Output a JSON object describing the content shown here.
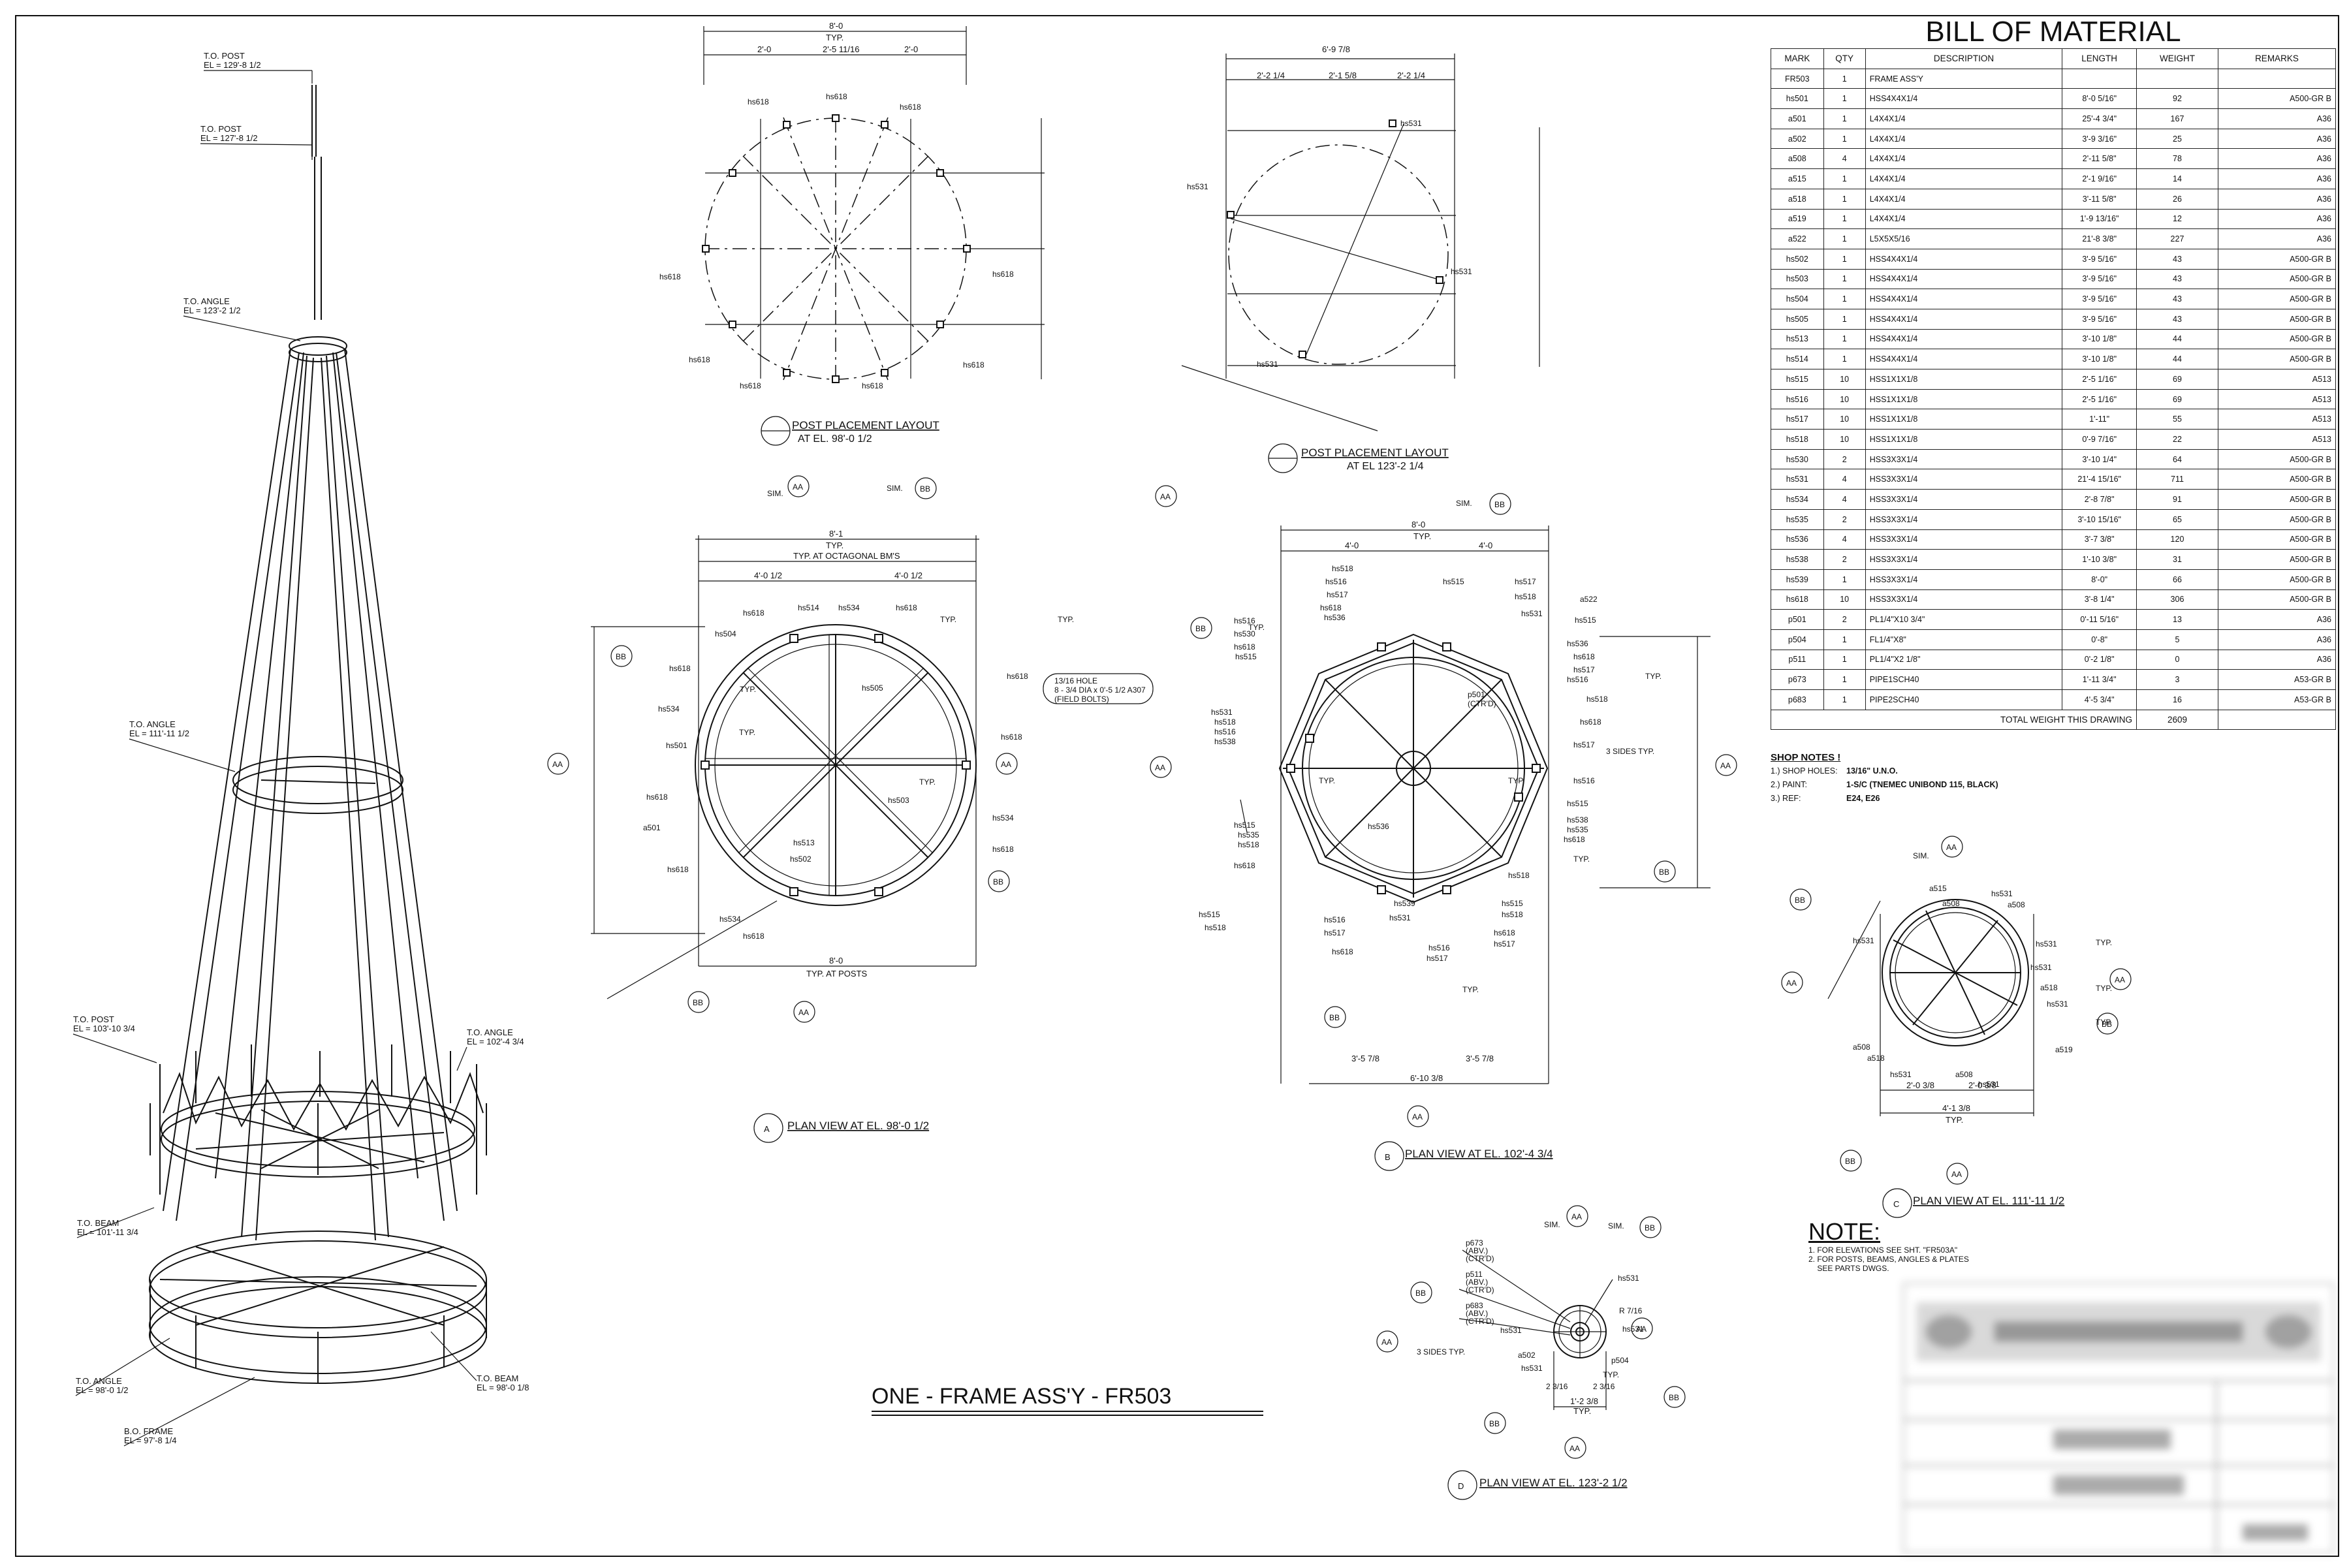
{
  "bom": {
    "title": "BILL OF MATERIAL",
    "columns": [
      "MARK",
      "QTY",
      "DESCRIPTION",
      "LENGTH",
      "WEIGHT",
      "REMARKS"
    ],
    "rows": [
      [
        "FR503",
        "1",
        "FRAME ASS'Y",
        "",
        "",
        ""
      ],
      [
        "hs501",
        "1",
        "HSS4X4X1/4",
        "8'-0 5/16\"",
        "92",
        "A500-GR B"
      ],
      [
        "a501",
        "1",
        "L4X4X1/4",
        "25'-4 3/4\"",
        "167",
        "A36"
      ],
      [
        "a502",
        "1",
        "L4X4X1/4",
        "3'-9 3/16\"",
        "25",
        "A36"
      ],
      [
        "a508",
        "4",
        "L4X4X1/4",
        "2'-11 5/8\"",
        "78",
        "A36"
      ],
      [
        "a515",
        "1",
        "L4X4X1/4",
        "2'-1 9/16\"",
        "14",
        "A36"
      ],
      [
        "a518",
        "1",
        "L4X4X1/4",
        "3'-11 5/8\"",
        "26",
        "A36"
      ],
      [
        "a519",
        "1",
        "L4X4X1/4",
        "1'-9 13/16\"",
        "12",
        "A36"
      ],
      [
        "a522",
        "1",
        "L5X5X5/16",
        "21'-8 3/8\"",
        "227",
        "A36"
      ],
      [
        "hs502",
        "1",
        "HSS4X4X1/4",
        "3'-9 5/16\"",
        "43",
        "A500-GR B"
      ],
      [
        "hs503",
        "1",
        "HSS4X4X1/4",
        "3'-9 5/16\"",
        "43",
        "A500-GR B"
      ],
      [
        "hs504",
        "1",
        "HSS4X4X1/4",
        "3'-9 5/16\"",
        "43",
        "A500-GR B"
      ],
      [
        "hs505",
        "1",
        "HSS4X4X1/4",
        "3'-9 5/16\"",
        "43",
        "A500-GR B"
      ],
      [
        "hs513",
        "1",
        "HSS4X4X1/4",
        "3'-10 1/8\"",
        "44",
        "A500-GR B"
      ],
      [
        "hs514",
        "1",
        "HSS4X4X1/4",
        "3'-10 1/8\"",
        "44",
        "A500-GR B"
      ],
      [
        "hs515",
        "10",
        "HSS1X1X1/8",
        "2'-5 1/16\"",
        "69",
        "A513"
      ],
      [
        "hs516",
        "10",
        "HSS1X1X1/8",
        "2'-5 1/16\"",
        "69",
        "A513"
      ],
      [
        "hs517",
        "10",
        "HSS1X1X1/8",
        "1'-11\"",
        "55",
        "A513"
      ],
      [
        "hs518",
        "10",
        "HSS1X1X1/8",
        "0'-9 7/16\"",
        "22",
        "A513"
      ],
      [
        "hs530",
        "2",
        "HSS3X3X1/4",
        "3'-10 1/4\"",
        "64",
        "A500-GR B"
      ],
      [
        "hs531",
        "4",
        "HSS3X3X1/4",
        "21'-4 15/16\"",
        "711",
        "A500-GR B"
      ],
      [
        "hs534",
        "4",
        "HSS3X3X1/4",
        "2'-8 7/8\"",
        "91",
        "A500-GR B"
      ],
      [
        "hs535",
        "2",
        "HSS3X3X1/4",
        "3'-10 15/16\"",
        "65",
        "A500-GR B"
      ],
      [
        "hs536",
        "4",
        "HSS3X3X1/4",
        "3'-7 3/8\"",
        "120",
        "A500-GR B"
      ],
      [
        "hs538",
        "2",
        "HSS3X3X1/4",
        "1'-10 3/8\"",
        "31",
        "A500-GR B"
      ],
      [
        "hs539",
        "1",
        "HSS3X3X1/4",
        "8'-0\"",
        "66",
        "A500-GR B"
      ],
      [
        "hs618",
        "10",
        "HSS3X3X1/4",
        "3'-8 1/4\"",
        "306",
        "A500-GR B"
      ],
      [
        "p501",
        "2",
        "PL1/4\"X10 3/4\"",
        "0'-11 5/16\"",
        "13",
        "A36"
      ],
      [
        "p504",
        "1",
        "FL1/4\"X8\"",
        "0'-8\"",
        "5",
        "A36"
      ],
      [
        "p511",
        "1",
        "PL1/4\"X2 1/8\"",
        "0'-2 1/8\"",
        "0",
        "A36"
      ],
      [
        "p673",
        "1",
        "PIPE1SCH40",
        "1'-11 3/4\"",
        "3",
        "A53-GR B"
      ],
      [
        "p683",
        "1",
        "PIPE2SCH40",
        "4'-5 3/4\"",
        "16",
        "A53-GR B"
      ]
    ],
    "total_label": "TOTAL WEIGHT THIS DRAWING",
    "total_weight": "2609"
  },
  "shop_notes": {
    "title": "SHOP NOTES !",
    "items": [
      {
        "label": "1.) SHOP HOLES:",
        "value": "13/16\" U.N.O."
      },
      {
        "label": "2.) PAINT:",
        "value": "1-S/C (TNEMEC UNIBOND 115, BLACK)"
      },
      {
        "label": "3.) REF:",
        "value": "E24, E26"
      }
    ]
  },
  "note": {
    "title": "NOTE:",
    "lines": [
      "1. FOR ELEVATIONS SEE SHT. \"FR503A\"",
      "2. FOR POSTS, BEAMS, ANGLES & PLATES",
      "    SEE PARTS DWGS."
    ]
  },
  "drawing_title": "ONE - FRAME ASS'Y - FR503",
  "iso": {
    "labels": [
      {
        "t1": "T.O. POST",
        "t2": "EL = 129'-8 1/2"
      },
      {
        "t1": "T.O. POST",
        "t2": "EL = 127'-8 1/2"
      },
      {
        "t1": "T.O. ANGLE",
        "t2": "EL = 123'-2 1/2"
      },
      {
        "t1": "T.O. ANGLE",
        "t2": "EL = 111'-11 1/2"
      },
      {
        "t1": "T.O. POST",
        "t2": "EL = 103'-10 3/4"
      },
      {
        "t1": "T.O. ANGLE",
        "t2": "EL = 102'-4 3/4"
      },
      {
        "t1": "T.O. BEAM",
        "t2": "EL = 101'-11 3/4"
      },
      {
        "t1": "T.O. ANGLE",
        "t2": "EL = 98'-0 1/2"
      },
      {
        "t1": "T.O. BEAM",
        "t2": "EL = 98'-0 1/8"
      },
      {
        "t1": "B.O. FRAME",
        "t2": "EL = 97'-8 1/4"
      }
    ]
  },
  "views": {
    "post_layout_1": {
      "title": "POST PLACEMENT LAYOUT",
      "sub": "AT EL. 98'-0 1/2",
      "dim_top": "8'-0",
      "typ": "TYP.",
      "mark": "hs618"
    },
    "post_layout_2": {
      "title": "POST PLACEMENT LAYOUT",
      "sub": "AT EL 123'-2 1/4",
      "dim_top": "6'-9 7/8",
      "mark": "hs531"
    },
    "plan_a": {
      "letter": "A",
      "title": "PLAN VIEW AT EL. 98'-0 1/2",
      "dim_top": "8'-1",
      "typ": "TYP.",
      "note_oct": "TYP. AT OCTAGONAL BM'S",
      "dim_bot": "8'-0",
      "typ_posts": "TYP. AT POSTS",
      "hole1": "13/16 HOLE",
      "hole2": "8 - 3/4 DIA x 0'-5 1/2 A307",
      "hole3": "(FIELD BOLTS)"
    },
    "plan_b": {
      "letter": "B",
      "title": "PLAN VIEW AT EL. 102'-4 3/4",
      "dim_top": "8'-0",
      "typ": "TYP.",
      "dim_bot": "6'-10 3/8"
    },
    "plan_c": {
      "letter": "C",
      "title": "PLAN VIEW AT EL. 111'-11 1/2",
      "dim_bot": "4'-1 3/8",
      "typ": "TYP."
    },
    "plan_d": {
      "letter": "D",
      "title": "PLAN VIEW AT EL. 123'-2 1/2",
      "three_sides": "3 SIDES TYP.",
      "typ": "TYP."
    }
  },
  "section_tags": [
    "AA",
    "BB"
  ],
  "sim": "SIM.",
  "part_marks": [
    "hs501",
    "hs502",
    "hs503",
    "hs504",
    "hs505",
    "hs513",
    "hs514",
    "hs515",
    "hs516",
    "hs517",
    "hs518",
    "hs530",
    "hs531",
    "hs534",
    "hs535",
    "hs536",
    "hs538",
    "hs539",
    "hs618",
    "a501",
    "a502",
    "a508",
    "a515",
    "a518",
    "a519",
    "a522",
    "p501",
    "p504",
    "p511",
    "p673",
    "p683"
  ]
}
